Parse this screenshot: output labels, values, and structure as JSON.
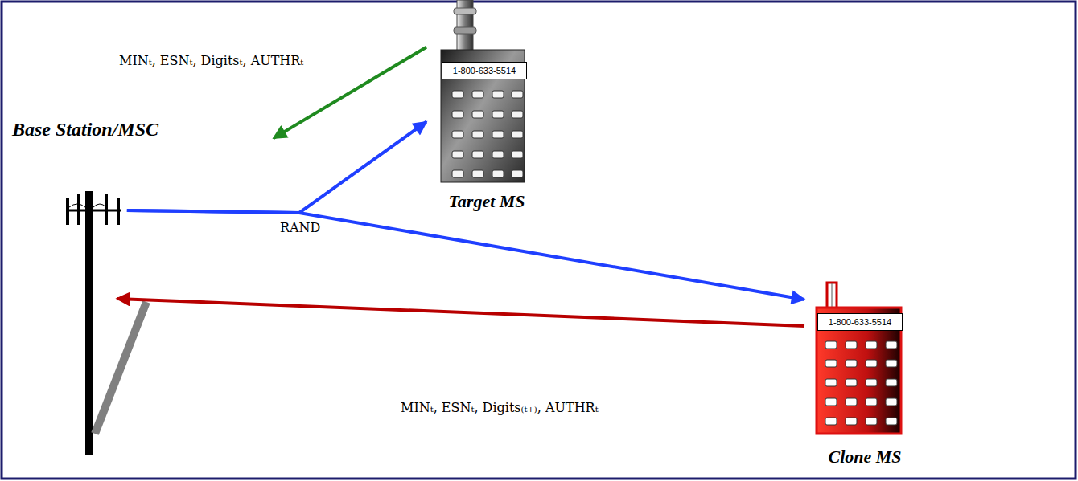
{
  "diagram": {
    "nodes": [
      {
        "text": [
          "Base Station/MSC"
        ]
      },
      {
        "text": [
          "1-800-633-5514",
          "Target MS"
        ]
      },
      {
        "text": [
          "1-800-633-5514",
          "Clone MS"
        ]
      }
    ],
    "edges": [
      {
        "from": 1,
        "to": 0,
        "arrow": "to",
        "label": "MINₜ, ESNₜ, Digitsₜ, AUTHRₜ"
      },
      {
        "from": 0,
        "to": 1,
        "arrow": "to",
        "label": "RAND"
      },
      {
        "from": 0,
        "to": 2,
        "arrow": "to"
      },
      {
        "from": 2,
        "to": 0,
        "arrow": "to",
        "label": "MINₜ, ESNₜ, Digits₍ₜ₊₎, AUTHRₜ"
      }
    ]
  }
}
